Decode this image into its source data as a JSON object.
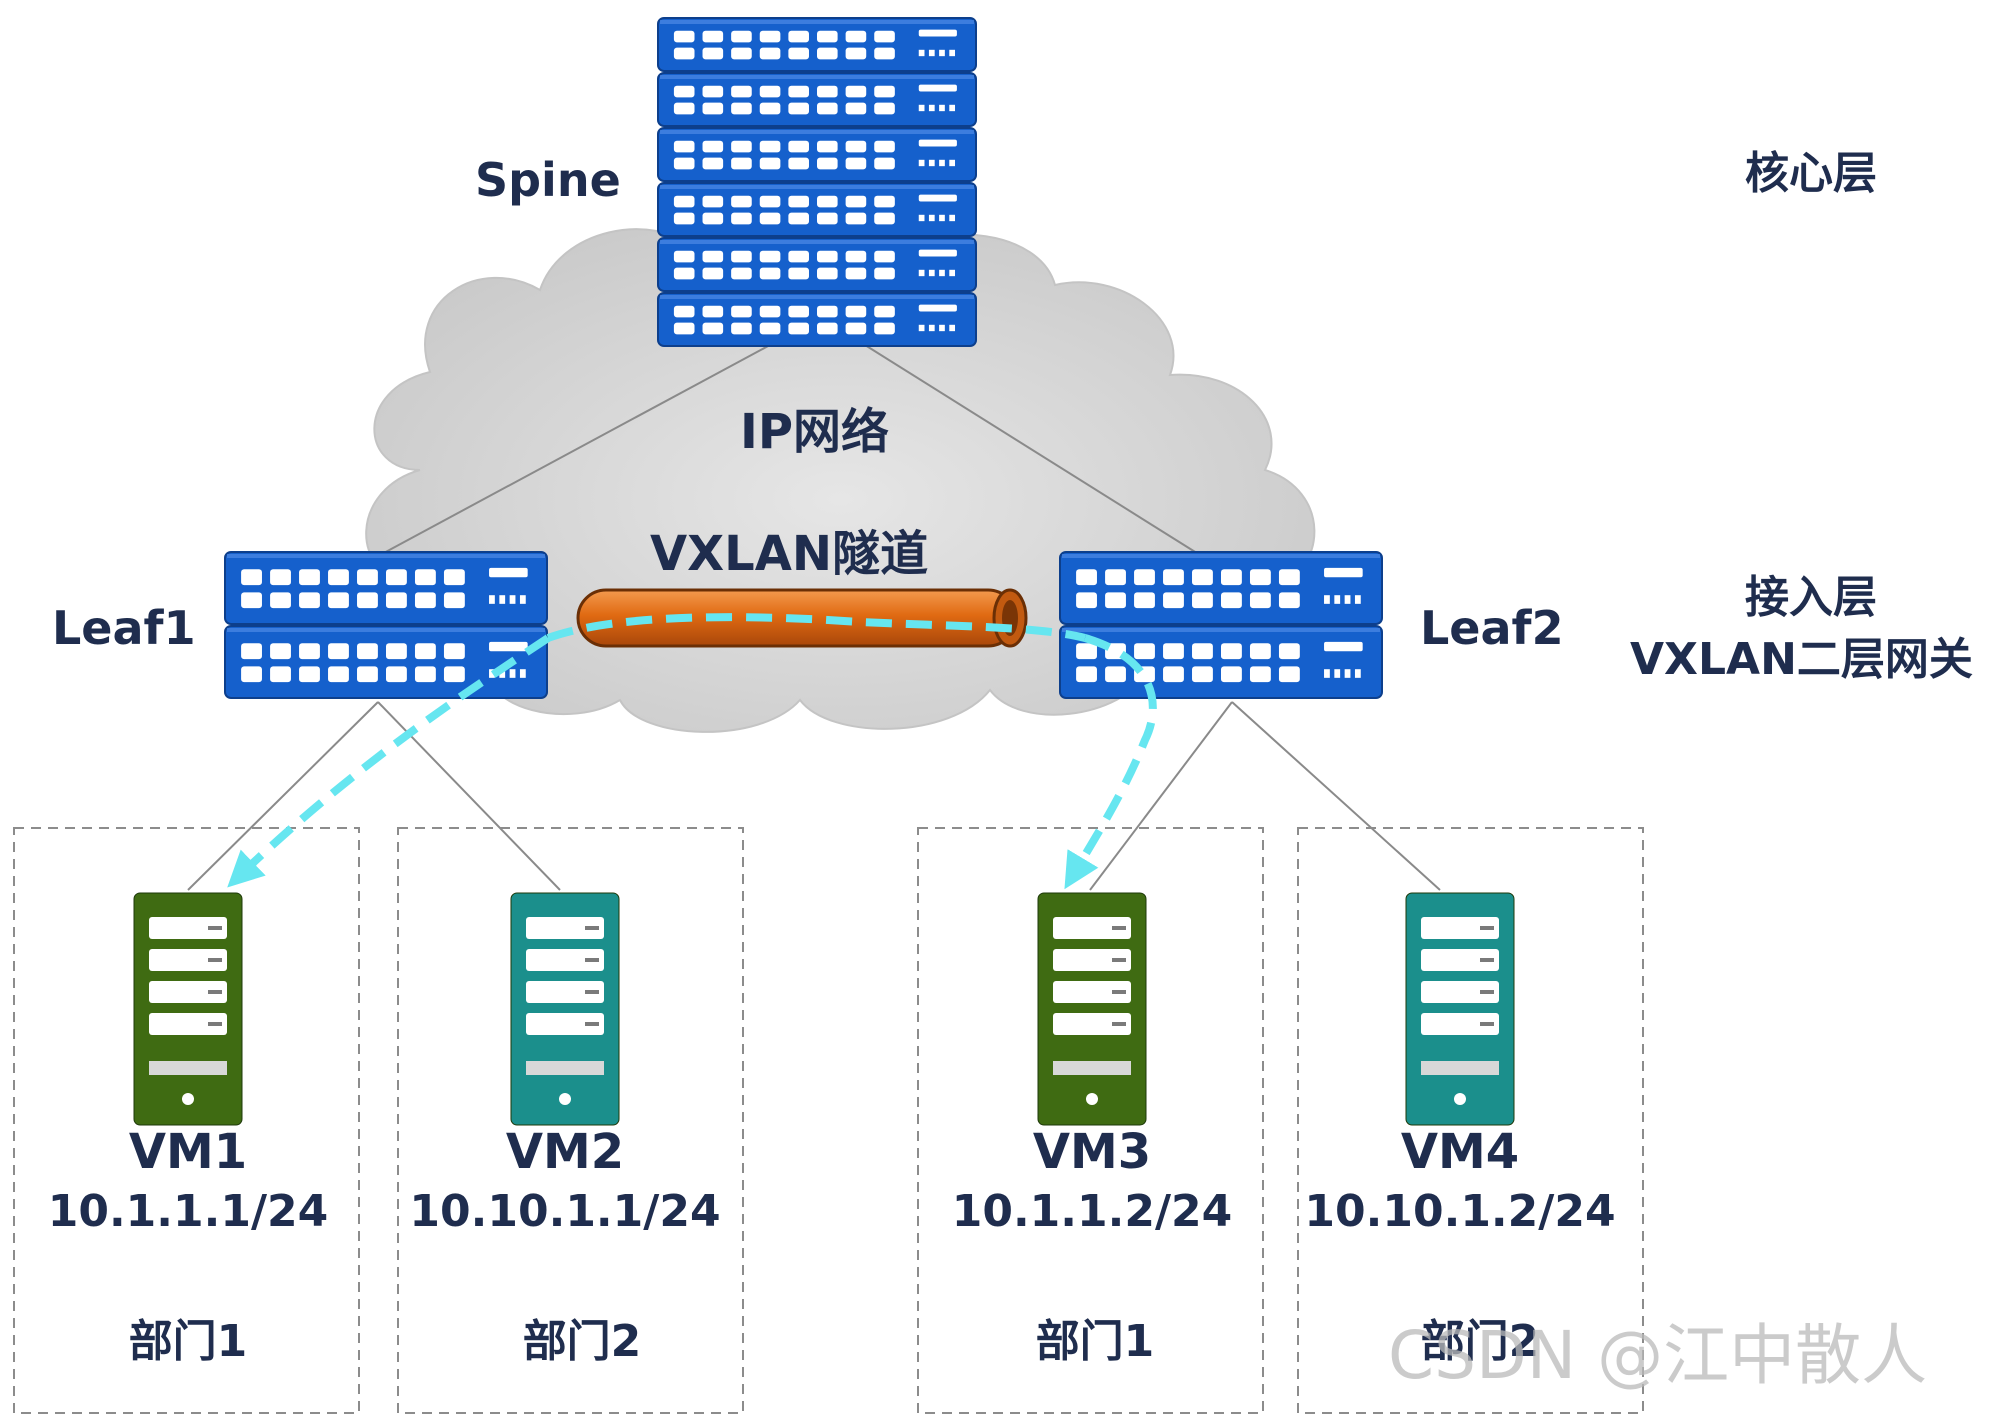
{
  "spine": {
    "label": "Spine"
  },
  "network": {
    "label": "IP网络",
    "tunnel_label": "VXLAN隧道"
  },
  "layers": {
    "core": "核心层",
    "access_line1": "接入层",
    "access_line2": "VXLAN二层网关"
  },
  "leaves": [
    {
      "label": "Leaf1"
    },
    {
      "label": "Leaf2"
    }
  ],
  "vms": [
    {
      "name": "VM1",
      "ip": "10.1.1.1/24",
      "department": "部门1",
      "color": "#3f6b12"
    },
    {
      "name": "VM2",
      "ip": "10.10.1.1/24",
      "department": "部门2",
      "color": "#1b8f8c"
    },
    {
      "name": "VM3",
      "ip": "10.1.1.2/24",
      "department": "部门1",
      "color": "#3f6b12"
    },
    {
      "name": "VM4",
      "ip": "10.10.1.2/24",
      "department": "部门2",
      "color": "#1b8f8c"
    }
  ],
  "watermark": "CSDN @江中散人",
  "colors": {
    "switch_blue": "#1560cc",
    "tunnel_orange": "#e06a12",
    "flow_cyan": "#66e6f0",
    "cloud_gray": "#d9d9d9"
  },
  "icons": {
    "switch": "network-switch-icon",
    "server": "server-icon",
    "cloud": "cloud-icon"
  }
}
